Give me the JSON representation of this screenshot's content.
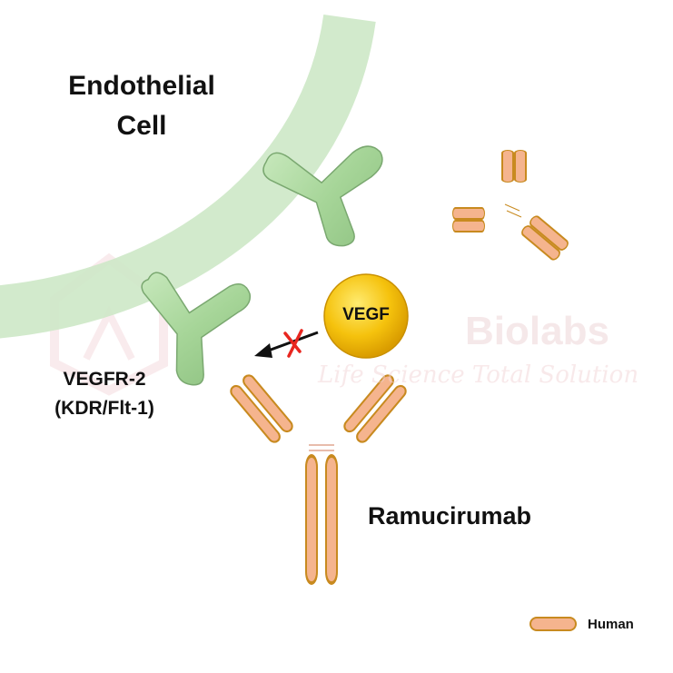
{
  "labels": {
    "cell_line1": "Endothelial",
    "cell_line2": "Cell",
    "receptor_line1": "VEGFR-2",
    "receptor_line2": "(KDR/Flt-1)",
    "ligand": "VEGF",
    "antibody": "Ramucirumab"
  },
  "legend": {
    "items": [
      {
        "label": "Human",
        "color": "#f5b48e"
      }
    ]
  },
  "watermark": {
    "brand": "Biolabs",
    "tagline": "Life Science Total Solution"
  },
  "colors": {
    "membrane": "#c9e6c2",
    "receptor_fill": "#a9d69b",
    "receptor_stroke": "#6f9a66",
    "antibody_fill": "#f5b48e",
    "antibody_outline": "#c88a1f",
    "ligand_fill": "#f5c20d",
    "block_mark": "#e8261f",
    "arrow": "#111111",
    "watermark": "#f0d6d8"
  }
}
